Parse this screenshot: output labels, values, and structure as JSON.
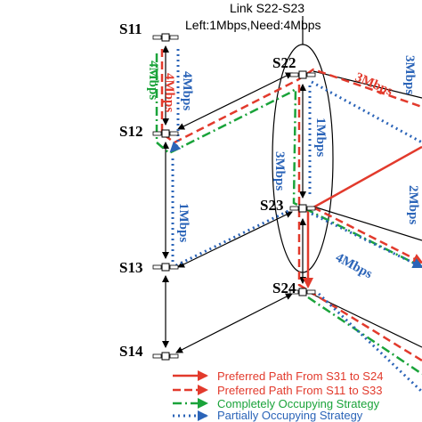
{
  "header": {
    "link_label": "Link S22-S23",
    "capacity_label": "Left:1Mbps,Need:4Mbps"
  },
  "nodes": {
    "s11": "S11",
    "s12": "S12",
    "s13": "S13",
    "s14": "S14",
    "s22": "S22",
    "s23": "S23",
    "s24": "S24"
  },
  "rates": {
    "green_s11_s12": "4Mbps",
    "red_s11_s12": "4Mbps",
    "blue_s11_s12": "4Mbps",
    "blue_s12_s13": "1Mbps",
    "green_s22_s23": "3Mbps",
    "blue_s22_s23": "1Mbps",
    "red_s22_right": "3Mbps",
    "blue_right_top": "3Mbps",
    "blue_s23_right": "4Mbps",
    "blue_right_mid": "2Mbps"
  },
  "legend": [
    {
      "label": "Preferred Path From S31 to S24",
      "color": "#e23a2c",
      "style": "solid"
    },
    {
      "label": "Preferred Path From S11 to S33",
      "color": "#e23a2c",
      "style": "dashed"
    },
    {
      "label": "Completely Occupying Strategy",
      "color": "#1aa33a",
      "style": "dashdot"
    },
    {
      "label": "Partially Occupying Strategy",
      "color": "#2b64b8",
      "style": "dotted"
    }
  ],
  "colors": {
    "red": "#e23a2c",
    "green": "#1aa33a",
    "blue": "#2b64b8",
    "black": "#000000"
  },
  "icons": {
    "satellite": "satellite-icon"
  }
}
